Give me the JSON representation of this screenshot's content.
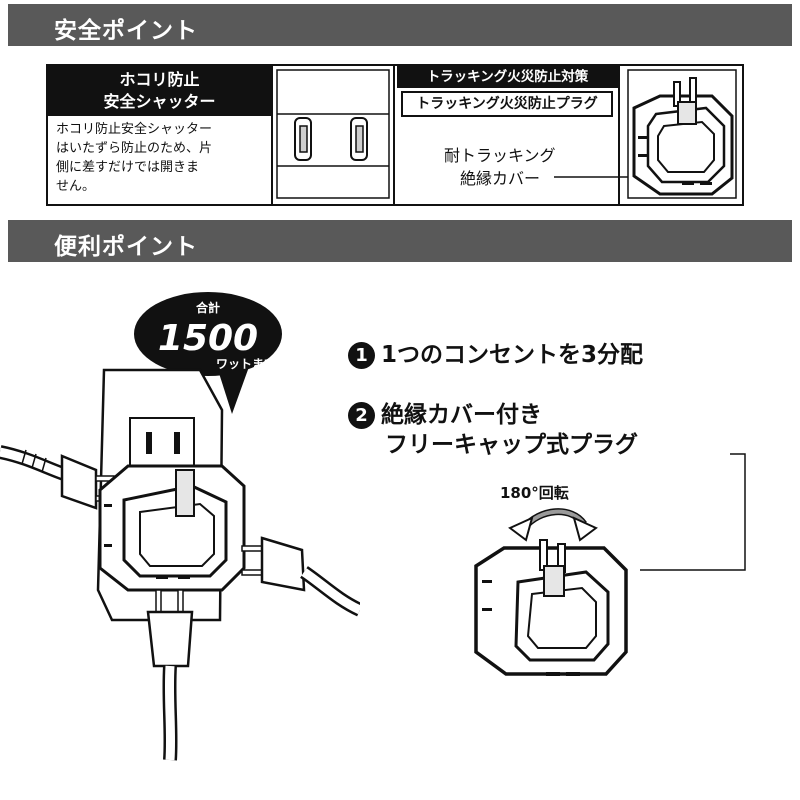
{
  "sections": {
    "safety_title": "安全ポイント",
    "convenience_title": "便利ポイント"
  },
  "safety": {
    "shutter_heading_line1": "ホコリ防止",
    "shutter_heading_line2": "安全シャッター",
    "shutter_desc_lines": [
      "ホコリ防止安全シャッター",
      "はいたずら防止のため、片",
      "側に差すだけでは開きま",
      "せん。"
    ],
    "tracking_heading": "トラッキング火災防止対策",
    "tracking_subheading": "トラッキング火災防止プラグ",
    "cover_label_line1": "耐トラッキング",
    "cover_label_line2": "絶縁カバー"
  },
  "convenience": {
    "bubble_top": "合計",
    "bubble_number": "1500",
    "bubble_unit": "ワットまで",
    "feature1_num": "1",
    "feature1_text": "1つのコンセントを3分配",
    "feature2_num": "2",
    "feature2_line1": "絶縁カバー付き",
    "feature2_line2": "フリーキャップ式プラグ",
    "rotation_label": "180°回転"
  }
}
